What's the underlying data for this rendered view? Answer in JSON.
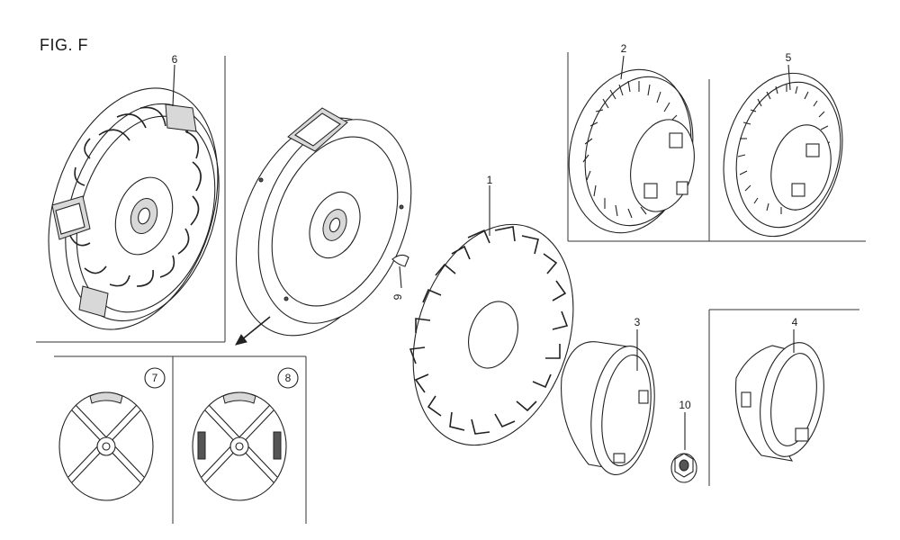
{
  "figure": {
    "title": "FIG. F"
  },
  "callouts": {
    "p1": "1",
    "p2": "2",
    "p3": "3",
    "p4": "4",
    "p5": "5",
    "p6": "6",
    "p7": "7",
    "p8": "8",
    "p9": "9",
    "p10": "10"
  },
  "colors": {
    "line": "#222222",
    "background": "#ffffff"
  }
}
